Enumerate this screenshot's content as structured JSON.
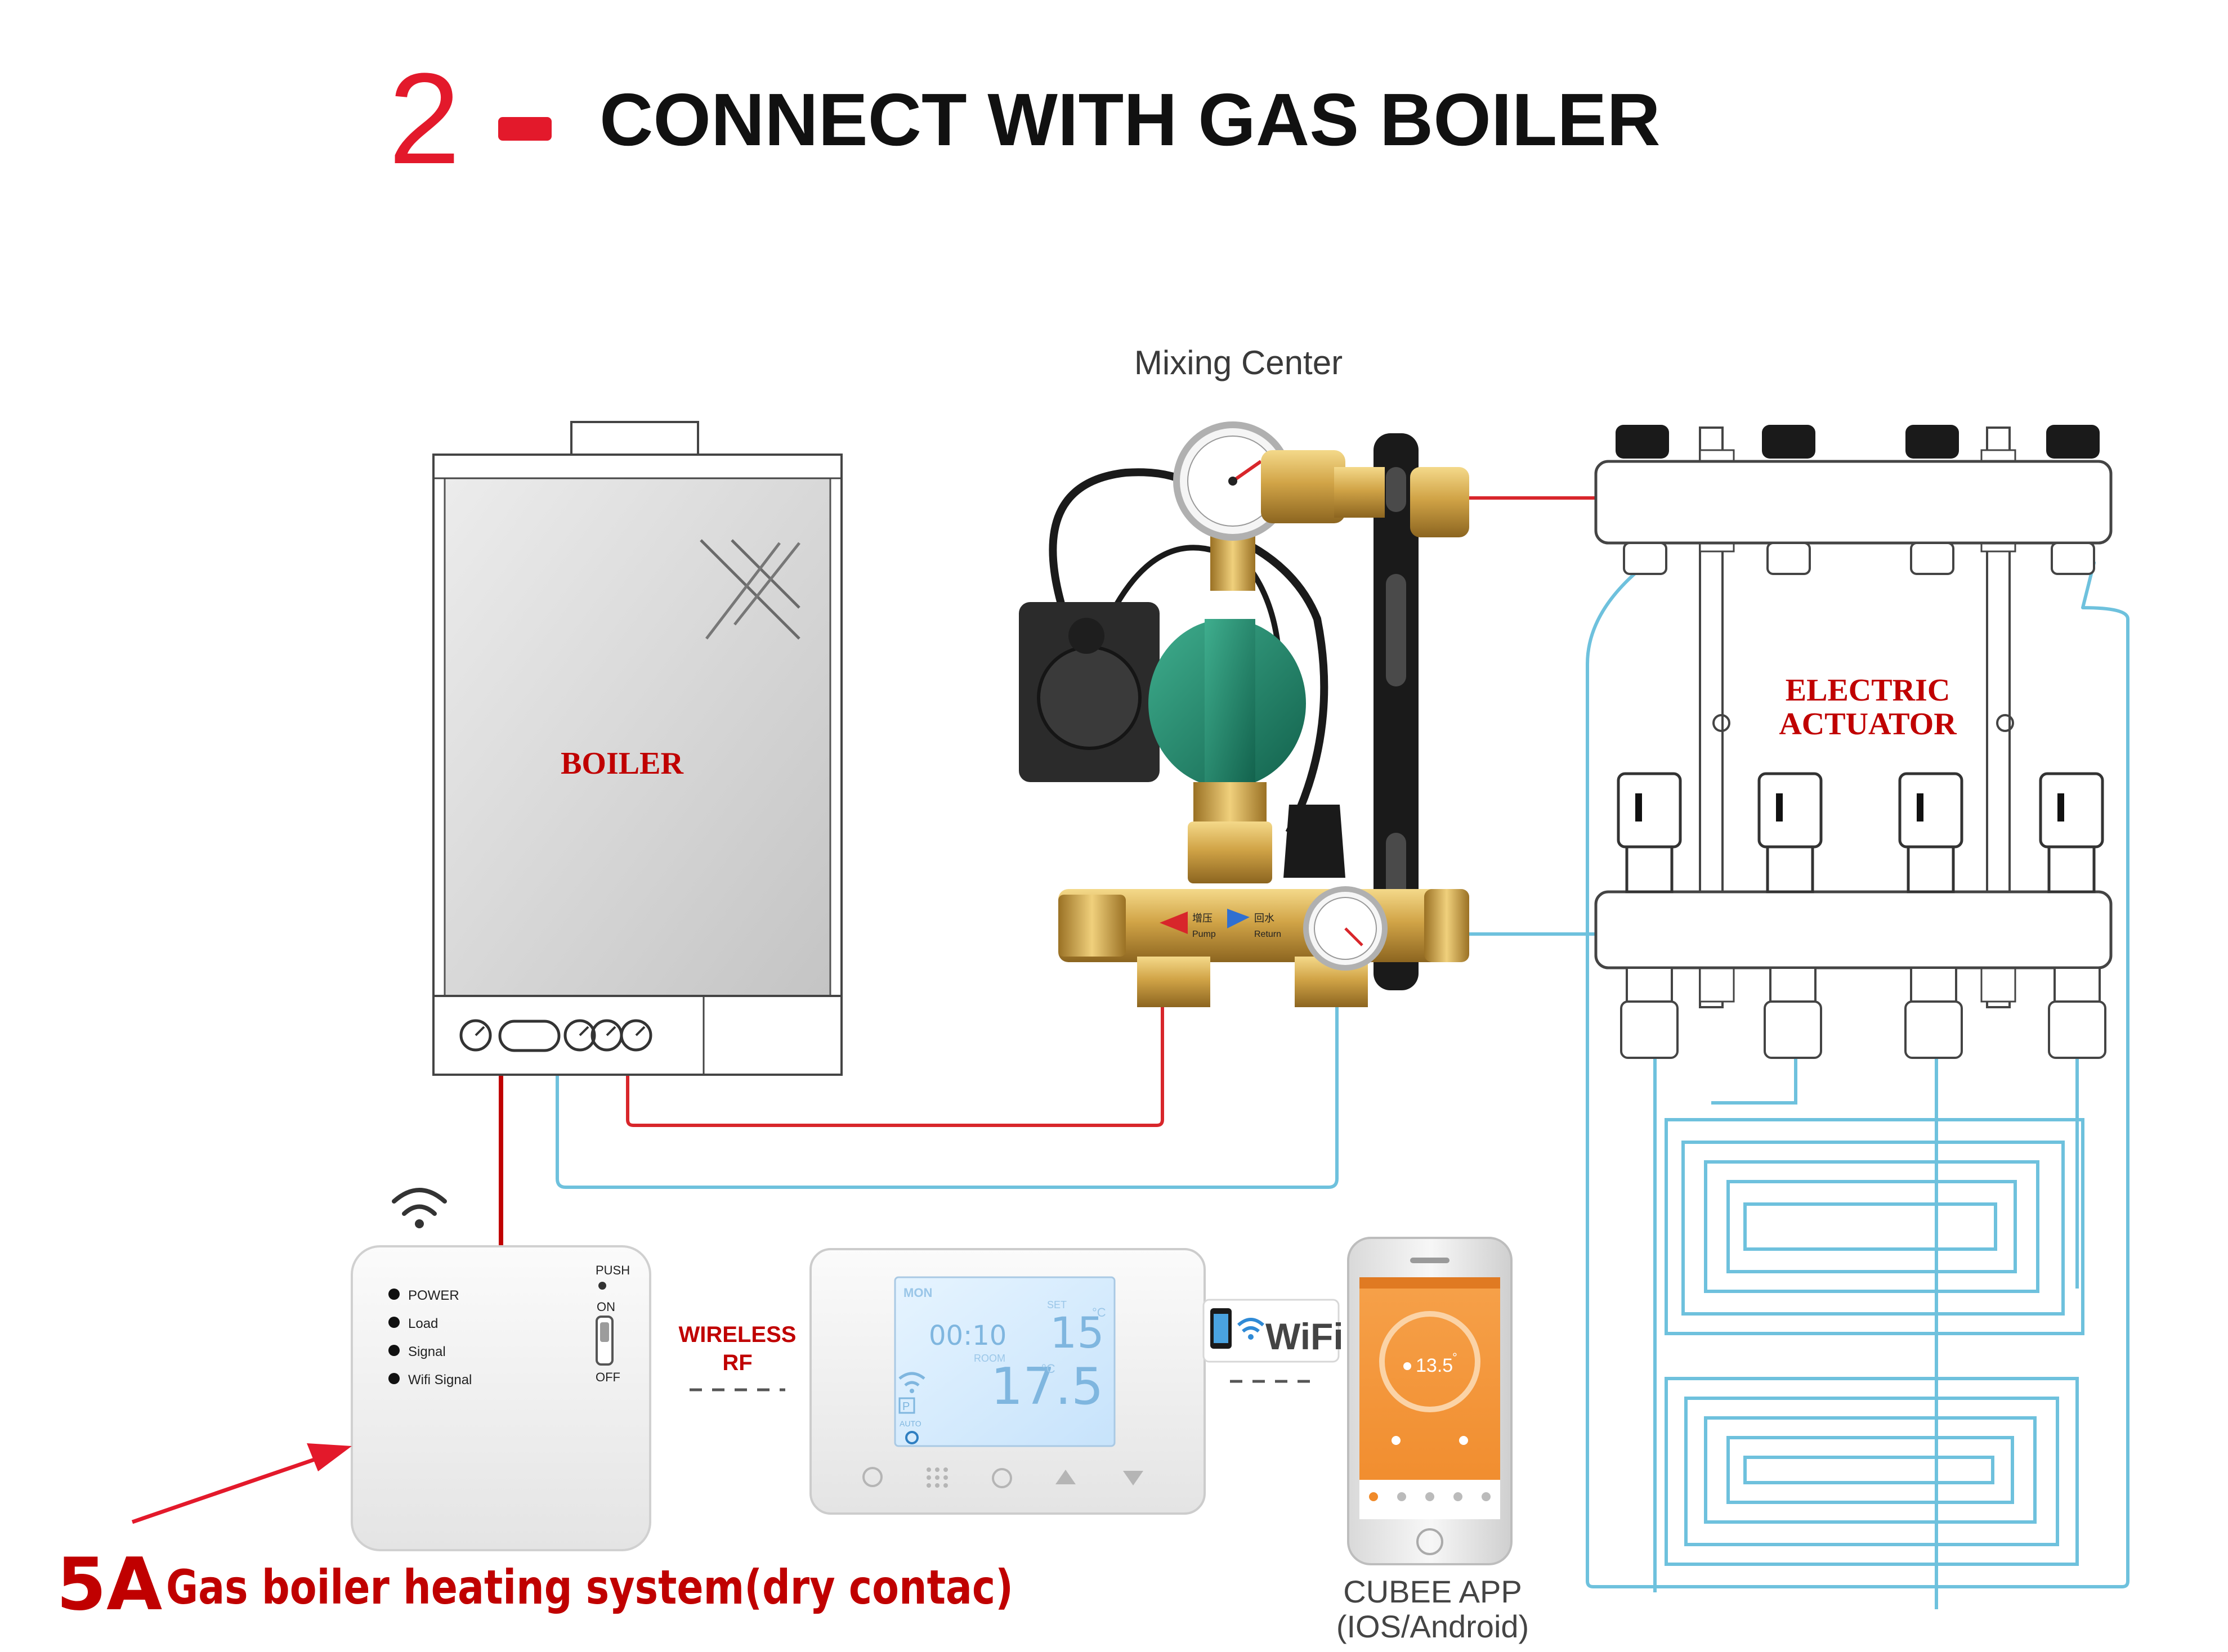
{
  "heading": {
    "number": "2",
    "dash": "-",
    "title": "CONNECT WITH GAS BOILER"
  },
  "boiler": {
    "label": "BOILER"
  },
  "mixing_center": {
    "label": "Mixing Center",
    "valve_label_1": "增压",
    "valve_label_2": "回水",
    "valve_label_3": "Pump",
    "valve_label_4": "Return"
  },
  "manifold": {
    "label_line1": "ELECTRIC",
    "label_line2": "ACTUATOR"
  },
  "receiver": {
    "indicators": [
      "POWER",
      "Load",
      "Signal",
      "Wifi Signal"
    ],
    "switch_labels": {
      "push": "PUSH",
      "on": "ON",
      "off": "OFF"
    }
  },
  "link_rf": {
    "line1": "WIRELESS",
    "line2": "RF"
  },
  "thermostat": {
    "day": "MON",
    "time": "00:10",
    "set_label": "SET",
    "set_temp": "15",
    "unit": "°C",
    "room_label": "ROOM",
    "room_temp": "17.5",
    "mode_p": "P",
    "mode_auto": "AUTO"
  },
  "wifi_badge": {
    "text": "WiFi"
  },
  "phone": {
    "app_temp": "13.5",
    "app_unit": "°"
  },
  "app_caption": {
    "line1": "CUBEE APP",
    "line2": "(IOS/Android)"
  },
  "footer": {
    "amp": "5A",
    "text": "Gas boiler heating system(dry contac)"
  },
  "colors": {
    "red": "#e3192b",
    "dark_red": "#c00000",
    "hot_pipe": "#d8262b",
    "cold_pipe": "#6ec1dd",
    "black": "#111111"
  }
}
